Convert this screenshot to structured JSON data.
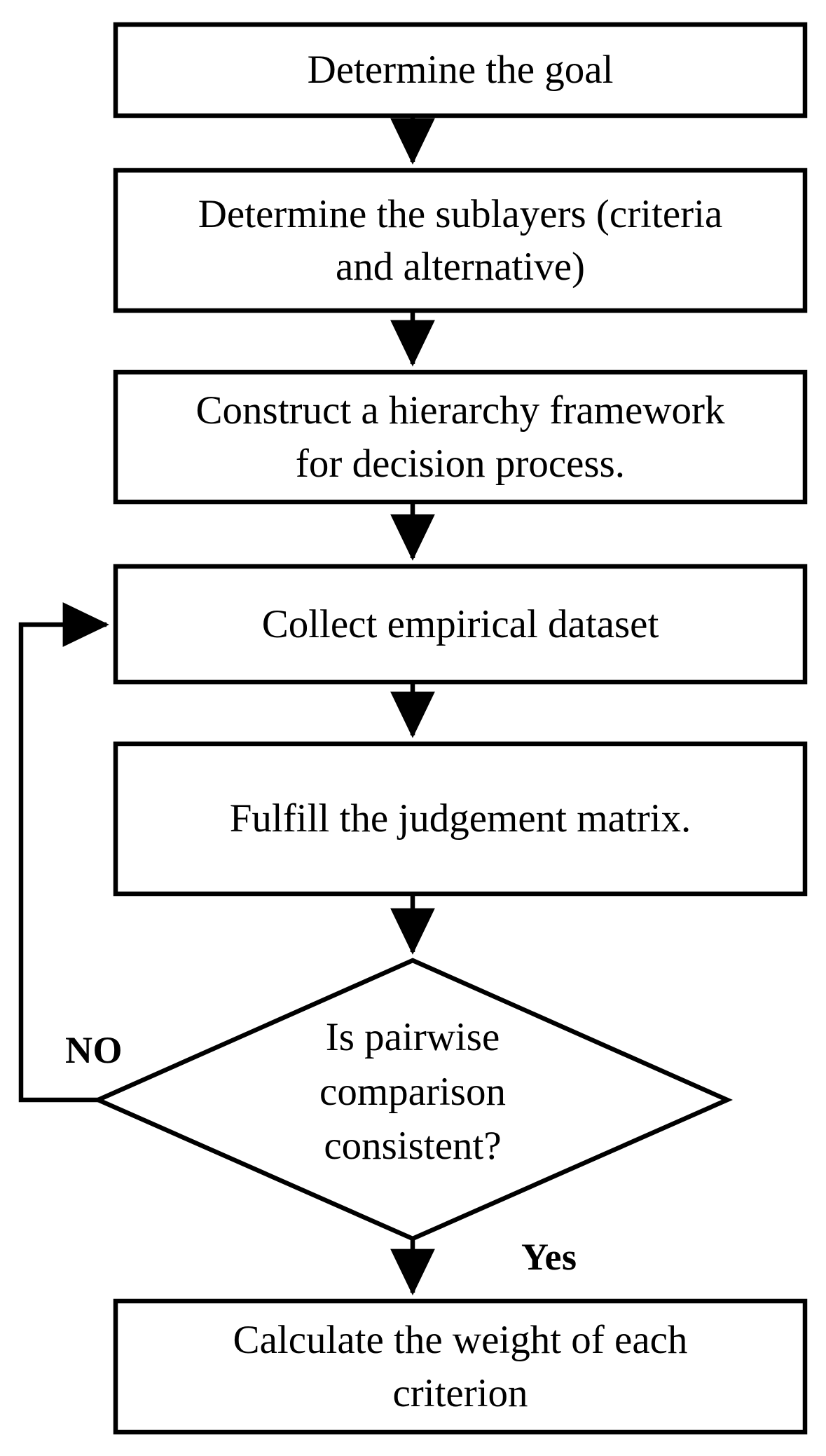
{
  "diagram": {
    "title": "AHP decision process flowchart",
    "type": "flowchart",
    "colors": {
      "background": "#ffffff",
      "stroke": "#000000",
      "text": "#000000"
    },
    "nodes": [
      {
        "id": "node-determine-goal",
        "shape": "process",
        "label": "Determine the goal"
      },
      {
        "id": "node-determine-sublayers",
        "shape": "process",
        "label_line1": "Determine the sublayers (criteria",
        "label_line2": "and alternative)"
      },
      {
        "id": "node-construct-hierarchy",
        "shape": "process",
        "label_line1": "Construct a hierarchy framework",
        "label_line2": "for decision process."
      },
      {
        "id": "node-collect-dataset",
        "shape": "process",
        "label": "Collect empirical dataset"
      },
      {
        "id": "node-fulfill-matrix",
        "shape": "process",
        "label": "Fulfill the judgement matrix."
      },
      {
        "id": "node-consistency-decision",
        "shape": "decision",
        "label_line1": "Is pairwise",
        "label_line2": "comparison",
        "label_line3": "consistent?"
      },
      {
        "id": "node-calculate-weight",
        "shape": "process",
        "label_line1": "Calculate the weight of each",
        "label_line2": "criterion"
      }
    ],
    "edge_labels": {
      "no": "NO",
      "yes": "Yes"
    }
  }
}
